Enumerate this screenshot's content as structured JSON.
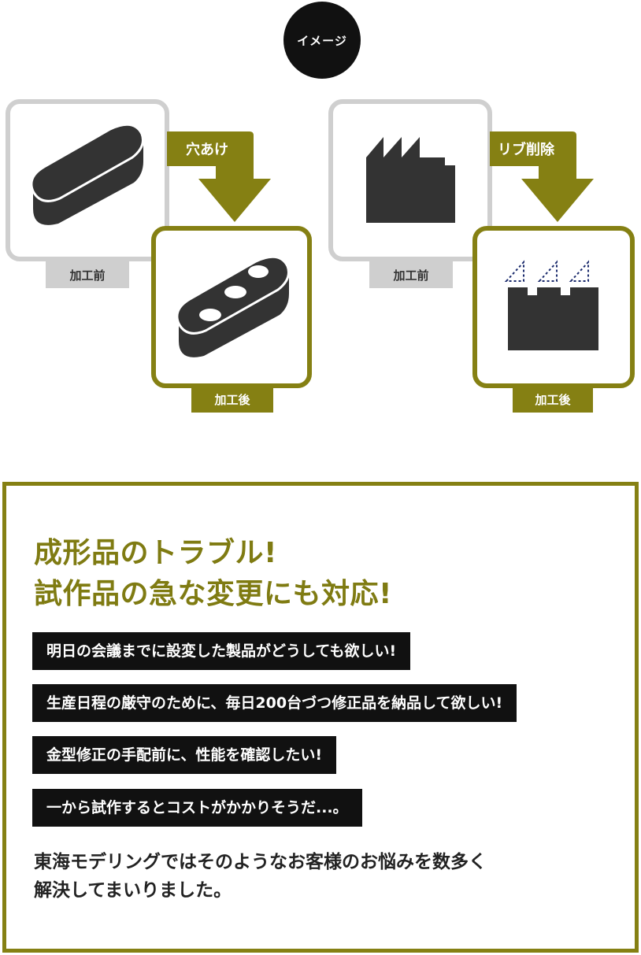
{
  "badge": "イメージ",
  "illustration": {
    "left": {
      "before_label": "加工前",
      "after_label": "加工後",
      "process_label": "穴あけ",
      "before_icon": "oblong-block-icon",
      "after_icon": "oblong-block-with-holes-icon"
    },
    "right": {
      "before_label": "加工前",
      "after_label": "加工後",
      "process_label": "リブ削除",
      "before_icon": "ribbed-block-icon",
      "after_icon": "block-ribs-removed-icon"
    },
    "colors": {
      "accent": "#858013",
      "frame_gray": "#cfcfcf",
      "shape": "#333333",
      "dash": "#1a2a6c"
    }
  },
  "panel": {
    "headline_lines": [
      "成形品のトラブル!",
      "試作品の急な変更にも対応!"
    ],
    "problems": [
      "明日の会議までに設変した製品がどうしても欲しい!",
      "生産日程の厳守のために、毎日200台づつ修正品を納品して欲しい!",
      "金型修正の手配前に、性能を確認したい!",
      "一から試作するとコストがかかりそうだ...。"
    ],
    "closing_lines": [
      "東海モデリングではそのようなお客様のお悩みを数多く",
      "解決してまいりました。"
    ]
  }
}
